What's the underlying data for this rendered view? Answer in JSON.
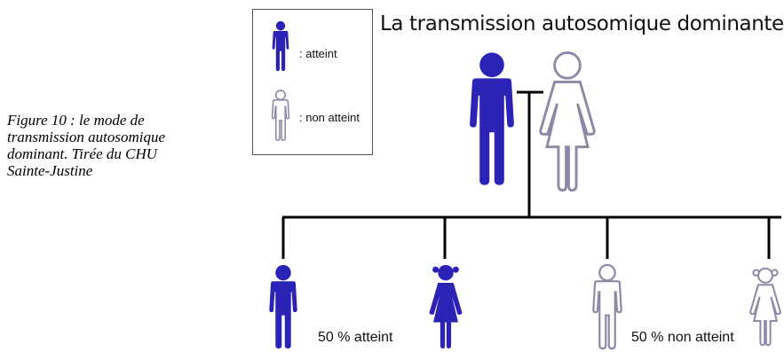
{
  "caption": {
    "lines": [
      "Figure 10 : le mode de",
      "transmission autosomique",
      "dominant.  Tirée du CHU",
      "Sainte-Justine"
    ]
  },
  "legend": {
    "affected_label": ": atteint",
    "unaffected_label": ": non atteint"
  },
  "diagram": {
    "title": "La transmission autosomique dominante",
    "left_percentage": "50 % atteint",
    "right_percentage": "50 % non atteint"
  },
  "colors": {
    "affected_fill": "#2b23b5",
    "unaffected_fill": "#ffffff",
    "unaffected_stroke": "#8c88a6",
    "line": "#000000"
  },
  "icons": [
    "male-figure-icon",
    "female-figure-icon"
  ]
}
